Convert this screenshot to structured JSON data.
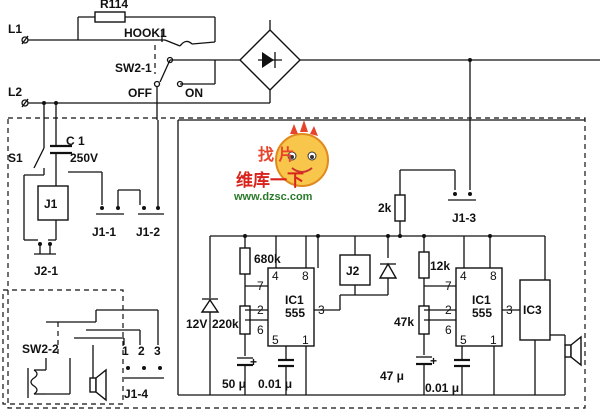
{
  "labels": {
    "L1": "L1",
    "L2": "L2",
    "R114": "R114",
    "HOOK1": "HOOK1",
    "SW2_1": "SW2-1",
    "OFF": "OFF",
    "ON": "ON",
    "S1": "S1",
    "C1": "C 1",
    "C1_voltage": "250V",
    "J1": "J1",
    "J1_1": "J1-1",
    "J1_2": "J1-2",
    "J2_1": "J2-1",
    "J1_3": "J1-3",
    "R2k": "2k",
    "R680k": "680k",
    "R220k": "220k",
    "Z12V": "12V",
    "C50u": "50 μ",
    "C001a": "0.01 μ",
    "J2": "J2",
    "IC1a_name": "IC1",
    "IC1a_type": "555",
    "R12k": "12k",
    "R47k": "47k",
    "C47u": "47 μ",
    "C001b": "0.01 μ",
    "IC1b_name": "IC1",
    "IC1b_type": "555",
    "IC3": "IC3",
    "SW2_2": "SW2-2",
    "J1_4": "J1-4",
    "sw_pos1": "1",
    "sw_pos2": "2",
    "sw_pos3": "3",
    "plus1": "+",
    "plus2": "+",
    "pins_a": [
      "4",
      "8",
      "7",
      "2",
      "3",
      "6",
      "5",
      "1"
    ],
    "pins_b": [
      "4",
      "8",
      "7",
      "2",
      "3",
      "6",
      "5",
      "1"
    ]
  },
  "watermark": {
    "site_name": "维库一下",
    "url": "www.dzsc.com",
    "logo_chars": "找 片"
  }
}
